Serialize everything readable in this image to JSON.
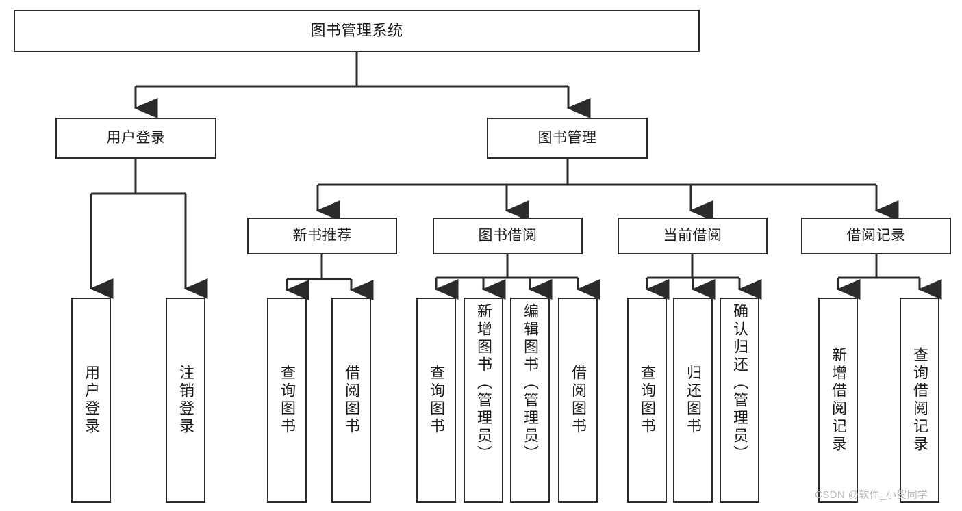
{
  "diagram": {
    "title": "图书管理系统",
    "type": "tree",
    "orientation": "top-down",
    "colors": {
      "box_border": "#2b2b2b",
      "box_fill": "#ffffff",
      "connector": "#2b2b2b",
      "text": "#1a1a1a",
      "watermark": "#b9b9b9",
      "background": "#ffffff"
    },
    "nodes": {
      "root": {
        "label": "图书管理系统",
        "level": 1
      },
      "level2": [
        {
          "id": "user-login",
          "label": "用户登录"
        },
        {
          "id": "book-manage",
          "label": "图书管理"
        }
      ],
      "level3": [
        {
          "id": "new-book-recommend",
          "label": "新书推荐"
        },
        {
          "id": "book-borrow",
          "label": "图书借阅"
        },
        {
          "id": "current-borrow",
          "label": "当前借阅"
        },
        {
          "id": "borrow-record",
          "label": "借阅记录"
        }
      ],
      "leaves": {
        "user-login": [
          {
            "id": "leaf-user-login",
            "label": "用户登录"
          },
          {
            "id": "leaf-logout-login",
            "label": "注销登录"
          }
        ],
        "new-book-recommend": [
          {
            "id": "leaf-query-book-1",
            "label": "查询图书"
          },
          {
            "id": "leaf-borrow-book-1",
            "label": "借阅图书"
          }
        ],
        "book-borrow": [
          {
            "id": "leaf-query-book-2",
            "label": "查询图书"
          },
          {
            "id": "leaf-add-book",
            "label": "新增图书（管理员）"
          },
          {
            "id": "leaf-edit-book",
            "label": "编辑图书（管理员）"
          },
          {
            "id": "leaf-borrow-book-2",
            "label": "借阅图书"
          }
        ],
        "current-borrow": [
          {
            "id": "leaf-query-book-3",
            "label": "查询图书"
          },
          {
            "id": "leaf-return-book",
            "label": "归还图书"
          },
          {
            "id": "leaf-confirm-return",
            "label": "确认归还（管理员）"
          }
        ],
        "borrow-record": [
          {
            "id": "leaf-add-record",
            "label": "新增借阅记录"
          },
          {
            "id": "leaf-query-record",
            "label": "查询借阅记录"
          }
        ]
      }
    }
  },
  "watermark": {
    "text": "CSDN @软件_小贺同学"
  }
}
